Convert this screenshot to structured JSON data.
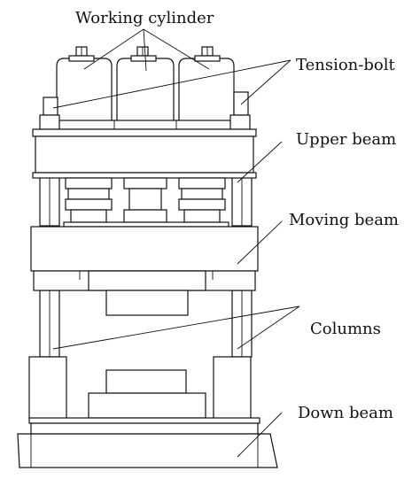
{
  "labels": {
    "working_cylinder": "Working cylinder",
    "tension_bolt": "Tension-bolt",
    "upper_beam": "Upper beam",
    "moving_beam": "Moving beam",
    "columns": "Columns",
    "down_beam": "Down beam"
  },
  "colors": {
    "line": "#111111",
    "background": "#ffffff"
  }
}
